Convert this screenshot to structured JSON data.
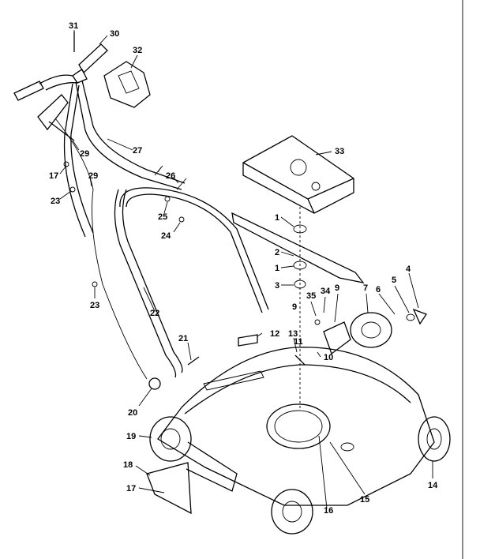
{
  "diagram": {
    "type": "exploded-parts-diagram",
    "callouts": [
      {
        "id": "c31",
        "text": "31"
      },
      {
        "id": "c30",
        "text": "30"
      },
      {
        "id": "c32",
        "text": "32"
      },
      {
        "id": "c29a",
        "text": "29"
      },
      {
        "id": "c27",
        "text": "27"
      },
      {
        "id": "c17a",
        "text": "17"
      },
      {
        "id": "c29b",
        "text": "29"
      },
      {
        "id": "c23a",
        "text": "23"
      },
      {
        "id": "c26",
        "text": "26"
      },
      {
        "id": "c25",
        "text": "25"
      },
      {
        "id": "c24",
        "text": "24"
      },
      {
        "id": "c33",
        "text": "33"
      },
      {
        "id": "c1a",
        "text": "1"
      },
      {
        "id": "c2",
        "text": "2"
      },
      {
        "id": "c1b",
        "text": "1"
      },
      {
        "id": "c3",
        "text": "3"
      },
      {
        "id": "c35",
        "text": "35"
      },
      {
        "id": "c34",
        "text": "34"
      },
      {
        "id": "c9a",
        "text": "9"
      },
      {
        "id": "c9b",
        "text": "9"
      },
      {
        "id": "c7",
        "text": "7"
      },
      {
        "id": "c6",
        "text": "6"
      },
      {
        "id": "c5",
        "text": "5"
      },
      {
        "id": "c4",
        "text": "4"
      },
      {
        "id": "c23b",
        "text": "23"
      },
      {
        "id": "c22",
        "text": "22"
      },
      {
        "id": "c12",
        "text": "12"
      },
      {
        "id": "c13",
        "text": "13"
      },
      {
        "id": "c11",
        "text": "11"
      },
      {
        "id": "c10",
        "text": "10"
      },
      {
        "id": "c21",
        "text": "21"
      },
      {
        "id": "c20",
        "text": "20"
      },
      {
        "id": "c19",
        "text": "19"
      },
      {
        "id": "c18",
        "text": "18"
      },
      {
        "id": "c17b",
        "text": "17"
      },
      {
        "id": "c14",
        "text": "14"
      },
      {
        "id": "c15",
        "text": "15"
      },
      {
        "id": "c16",
        "text": "16"
      }
    ]
  }
}
